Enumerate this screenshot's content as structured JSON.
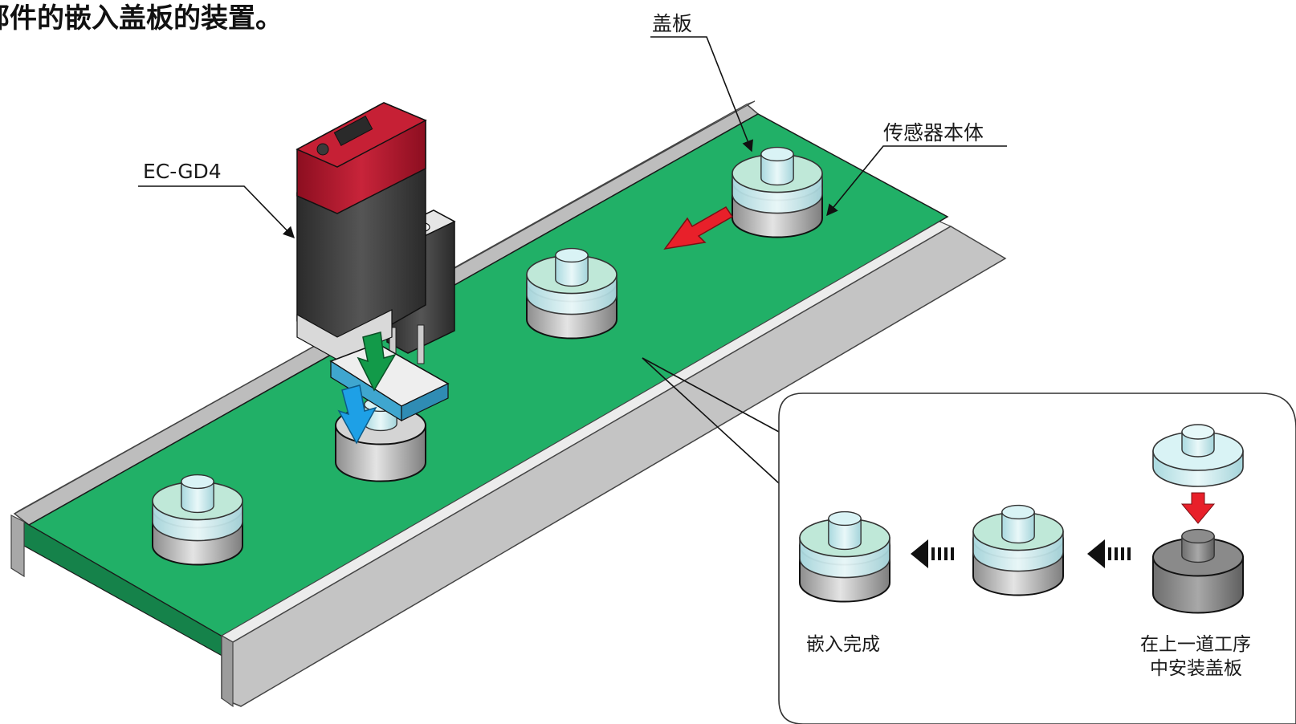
{
  "title": "部件的嵌入盖板的装置。",
  "labels": {
    "cover": "盖板",
    "sensor_body": "传感器本体",
    "model": "EC-GD4",
    "done": "嵌入完成",
    "prev_step_line1": "在上一道工序",
    "prev_step_line2": "中安装盖板"
  },
  "colors": {
    "belt": "#21b067",
    "belt_dark": "#15824a",
    "rail": "#c9c9c9",
    "sensor_red": "#b3132b",
    "sensor_body": "#3a3a3a",
    "cover_tint": "#cdeef0",
    "arrow_red": "#e8202a",
    "arrow_green": "#129a49",
    "arrow_blue": "#1ea0e6",
    "plate_blue": "#3fa6cf"
  },
  "icons": [
    "arrow-left-icon",
    "arrow-down-icon",
    "double-arrow-left-icon"
  ]
}
